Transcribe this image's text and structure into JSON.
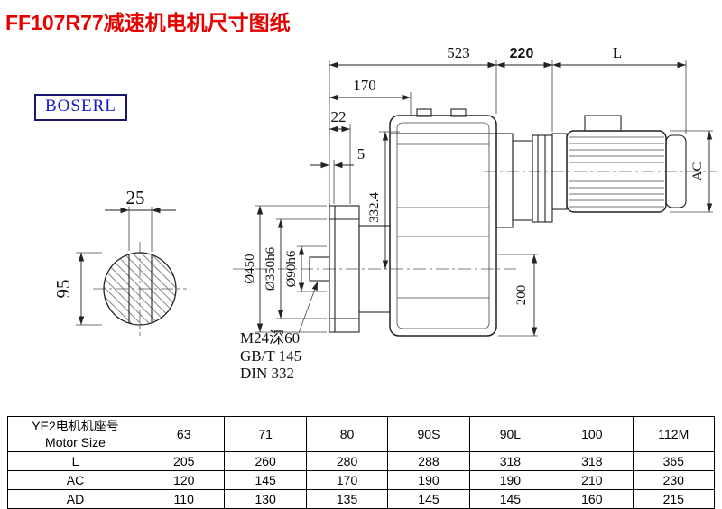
{
  "page": {
    "title": "FF107R77减速机电机尺寸图纸",
    "brand": "BOSERL"
  },
  "drawing": {
    "top_dims": {
      "gearbox_length": "523",
      "adapter_length": "220",
      "motor_length": "L"
    },
    "left_dims": {
      "d170": "170",
      "d22": "22",
      "d5": "5"
    },
    "shaft_view": {
      "key_width": "25",
      "diameter": "95"
    },
    "diameters": {
      "flange": "Ø450",
      "spigot": "Ø350h6",
      "shaft": "Ø90h6"
    },
    "verticals": {
      "height": "332.4",
      "base": "200",
      "motor_diameter": "AC"
    },
    "shaft_hole": {
      "thread": "M24深60",
      "standard_gb": "GB/T 145",
      "standard_din": "DIN 332"
    }
  },
  "table": {
    "row_header": {
      "line1": "YE2电机机座号",
      "line2": "Motor Size"
    },
    "columns": [
      "63",
      "71",
      "80",
      "90S",
      "90L",
      "100",
      "112M"
    ],
    "rows": [
      {
        "label": "L",
        "values": [
          "205",
          "260",
          "280",
          "288",
          "318",
          "318",
          "365"
        ]
      },
      {
        "label": "AC",
        "values": [
          "120",
          "145",
          "170",
          "190",
          "190",
          "210",
          "230"
        ]
      },
      {
        "label": "AD",
        "values": [
          "110",
          "130",
          "135",
          "145",
          "145",
          "160",
          "215"
        ]
      }
    ]
  }
}
